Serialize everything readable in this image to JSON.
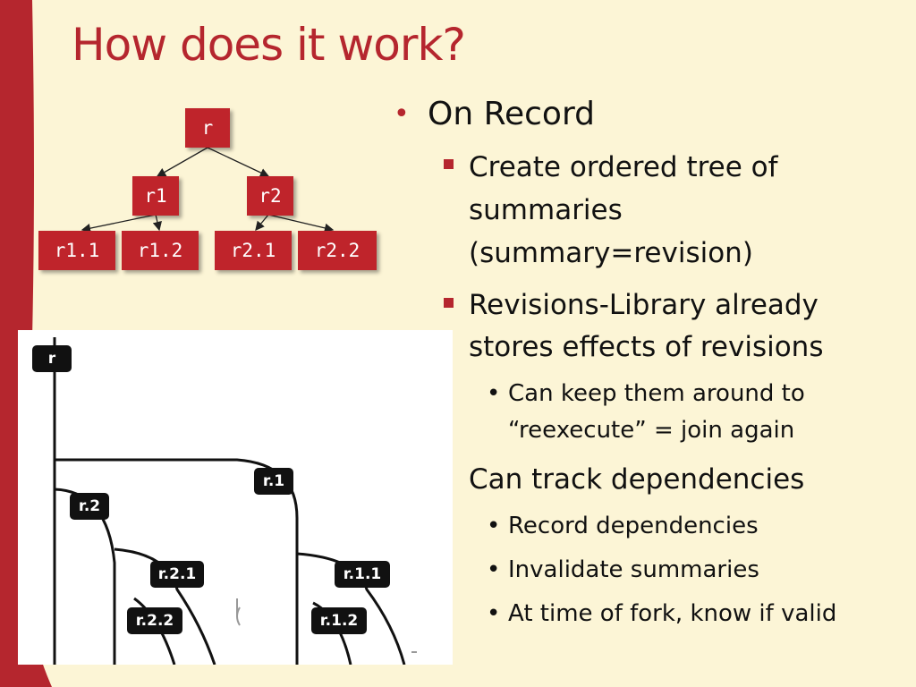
{
  "slide": {
    "title": "How does it work?",
    "colors": {
      "accent": "#b5262e",
      "background": "#fcf5d6",
      "text": "#111111"
    }
  },
  "tree": {
    "nodes": [
      {
        "id": "r",
        "label": "r"
      },
      {
        "id": "r1",
        "label": "r1"
      },
      {
        "id": "r2",
        "label": "r2"
      },
      {
        "id": "r11",
        "label": "r1.1"
      },
      {
        "id": "r12",
        "label": "r1.2"
      },
      {
        "id": "r21",
        "label": "r2.1"
      },
      {
        "id": "r22",
        "label": "r2.2"
      }
    ]
  },
  "diagram": {
    "nodes": [
      {
        "id": "r",
        "label": "r"
      },
      {
        "id": "r1",
        "label": "r.1"
      },
      {
        "id": "r2",
        "label": "r.2"
      },
      {
        "id": "r21",
        "label": "r.2.1"
      },
      {
        "id": "r11",
        "label": "r.1.1"
      },
      {
        "id": "r22",
        "label": "r.2.2"
      },
      {
        "id": "r12",
        "label": "r.1.2"
      }
    ]
  },
  "bullets": {
    "b1": "On Record",
    "b1_1_line1": "Create ordered tree of",
    "b1_1_line2": "summaries",
    "b1_1_line3": "(summary=revision)",
    "b1_2_line1": "Revisions-Library already",
    "b1_2_line2": "stores effects of revisions",
    "b1_2_1_line1": "Can keep them around to",
    "b1_2_1_line2": "“reexecute” = join again",
    "b1_3": "Can track dependencies",
    "b1_3_1": "Record dependencies",
    "b1_3_2": "Invalidate summaries",
    "b1_3_3": "At time of fork, know if valid"
  }
}
